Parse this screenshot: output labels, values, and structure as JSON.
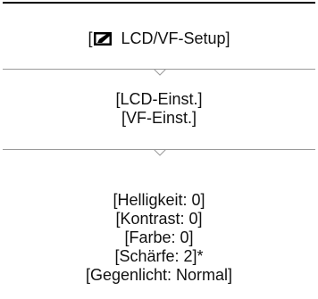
{
  "header": {
    "open_bracket": "[",
    "icon": "lcd-pencil-icon",
    "title_text": " LCD/VF-Setup]"
  },
  "submenu": {
    "items": [
      "[LCD-Einst.]",
      "[VF-Einst.]"
    ]
  },
  "settings": {
    "items": [
      "[Helligkeit: 0]",
      "[Kontrast: 0]",
      "[Farbe: 0]",
      "[Schärfe: 2]*",
      "[Gegenlicht: Normal]"
    ]
  }
}
